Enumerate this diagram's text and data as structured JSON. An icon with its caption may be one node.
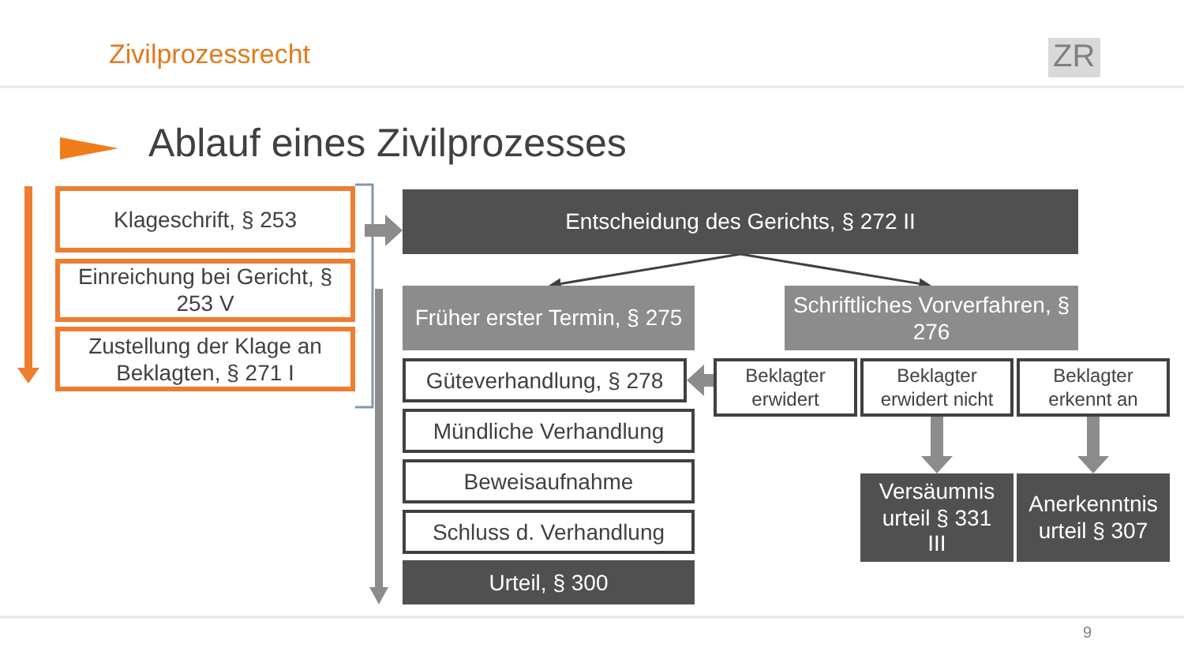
{
  "diagram": {
    "title": "Ablauf eines Zivilprozesses",
    "nodes": [
      {
        "text": [
          "Klageschrift, § 253"
        ]
      },
      {
        "text": [
          "Einreichung bei Gericht, § 253 V"
        ]
      },
      {
        "text": [
          "Zustellung der Klage an Beklagten, § 271 I"
        ]
      },
      {
        "text": [
          "Entscheidung des Gerichts, § 272 II"
        ]
      },
      {
        "text": [
          "Früher erster Termin, § 275"
        ]
      },
      {
        "text": [
          "Schriftliches Vorverfahren, § 276"
        ]
      },
      {
        "text": [
          "Güteverhandlung, § 278"
        ]
      },
      {
        "text": [
          "Mündliche Verhandlung"
        ]
      },
      {
        "text": [
          "Beweisaufnahme"
        ]
      },
      {
        "text": [
          "Schluss d. Verhandlung"
        ]
      },
      {
        "text": [
          "Urteil, § 300"
        ]
      },
      {
        "text": [
          "Beklagter erwidert"
        ]
      },
      {
        "text": [
          "Beklagter erwidert nicht"
        ]
      },
      {
        "text": [
          "Beklagter erkennt an"
        ]
      },
      {
        "text": [
          "Versäumnis urteil § 331 III"
        ]
      },
      {
        "text": [
          "Anerkenntnis urteil § 307"
        ]
      }
    ],
    "edges": [
      {
        "from": 0,
        "to": 3,
        "arrow": "to"
      },
      {
        "from": 3,
        "to": 4,
        "arrow": "to",
        "color": "#404040"
      },
      {
        "from": 3,
        "to": 5,
        "arrow": "to",
        "color": "#404040"
      },
      {
        "from": 11,
        "to": 6,
        "arrow": "to"
      },
      {
        "from": 12,
        "to": 14,
        "arrow": "to"
      },
      {
        "from": 13,
        "to": 15,
        "arrow": "to"
      }
    ],
    "labels": [
      "Zivilprozessrecht",
      "ZR",
      "9"
    ]
  }
}
